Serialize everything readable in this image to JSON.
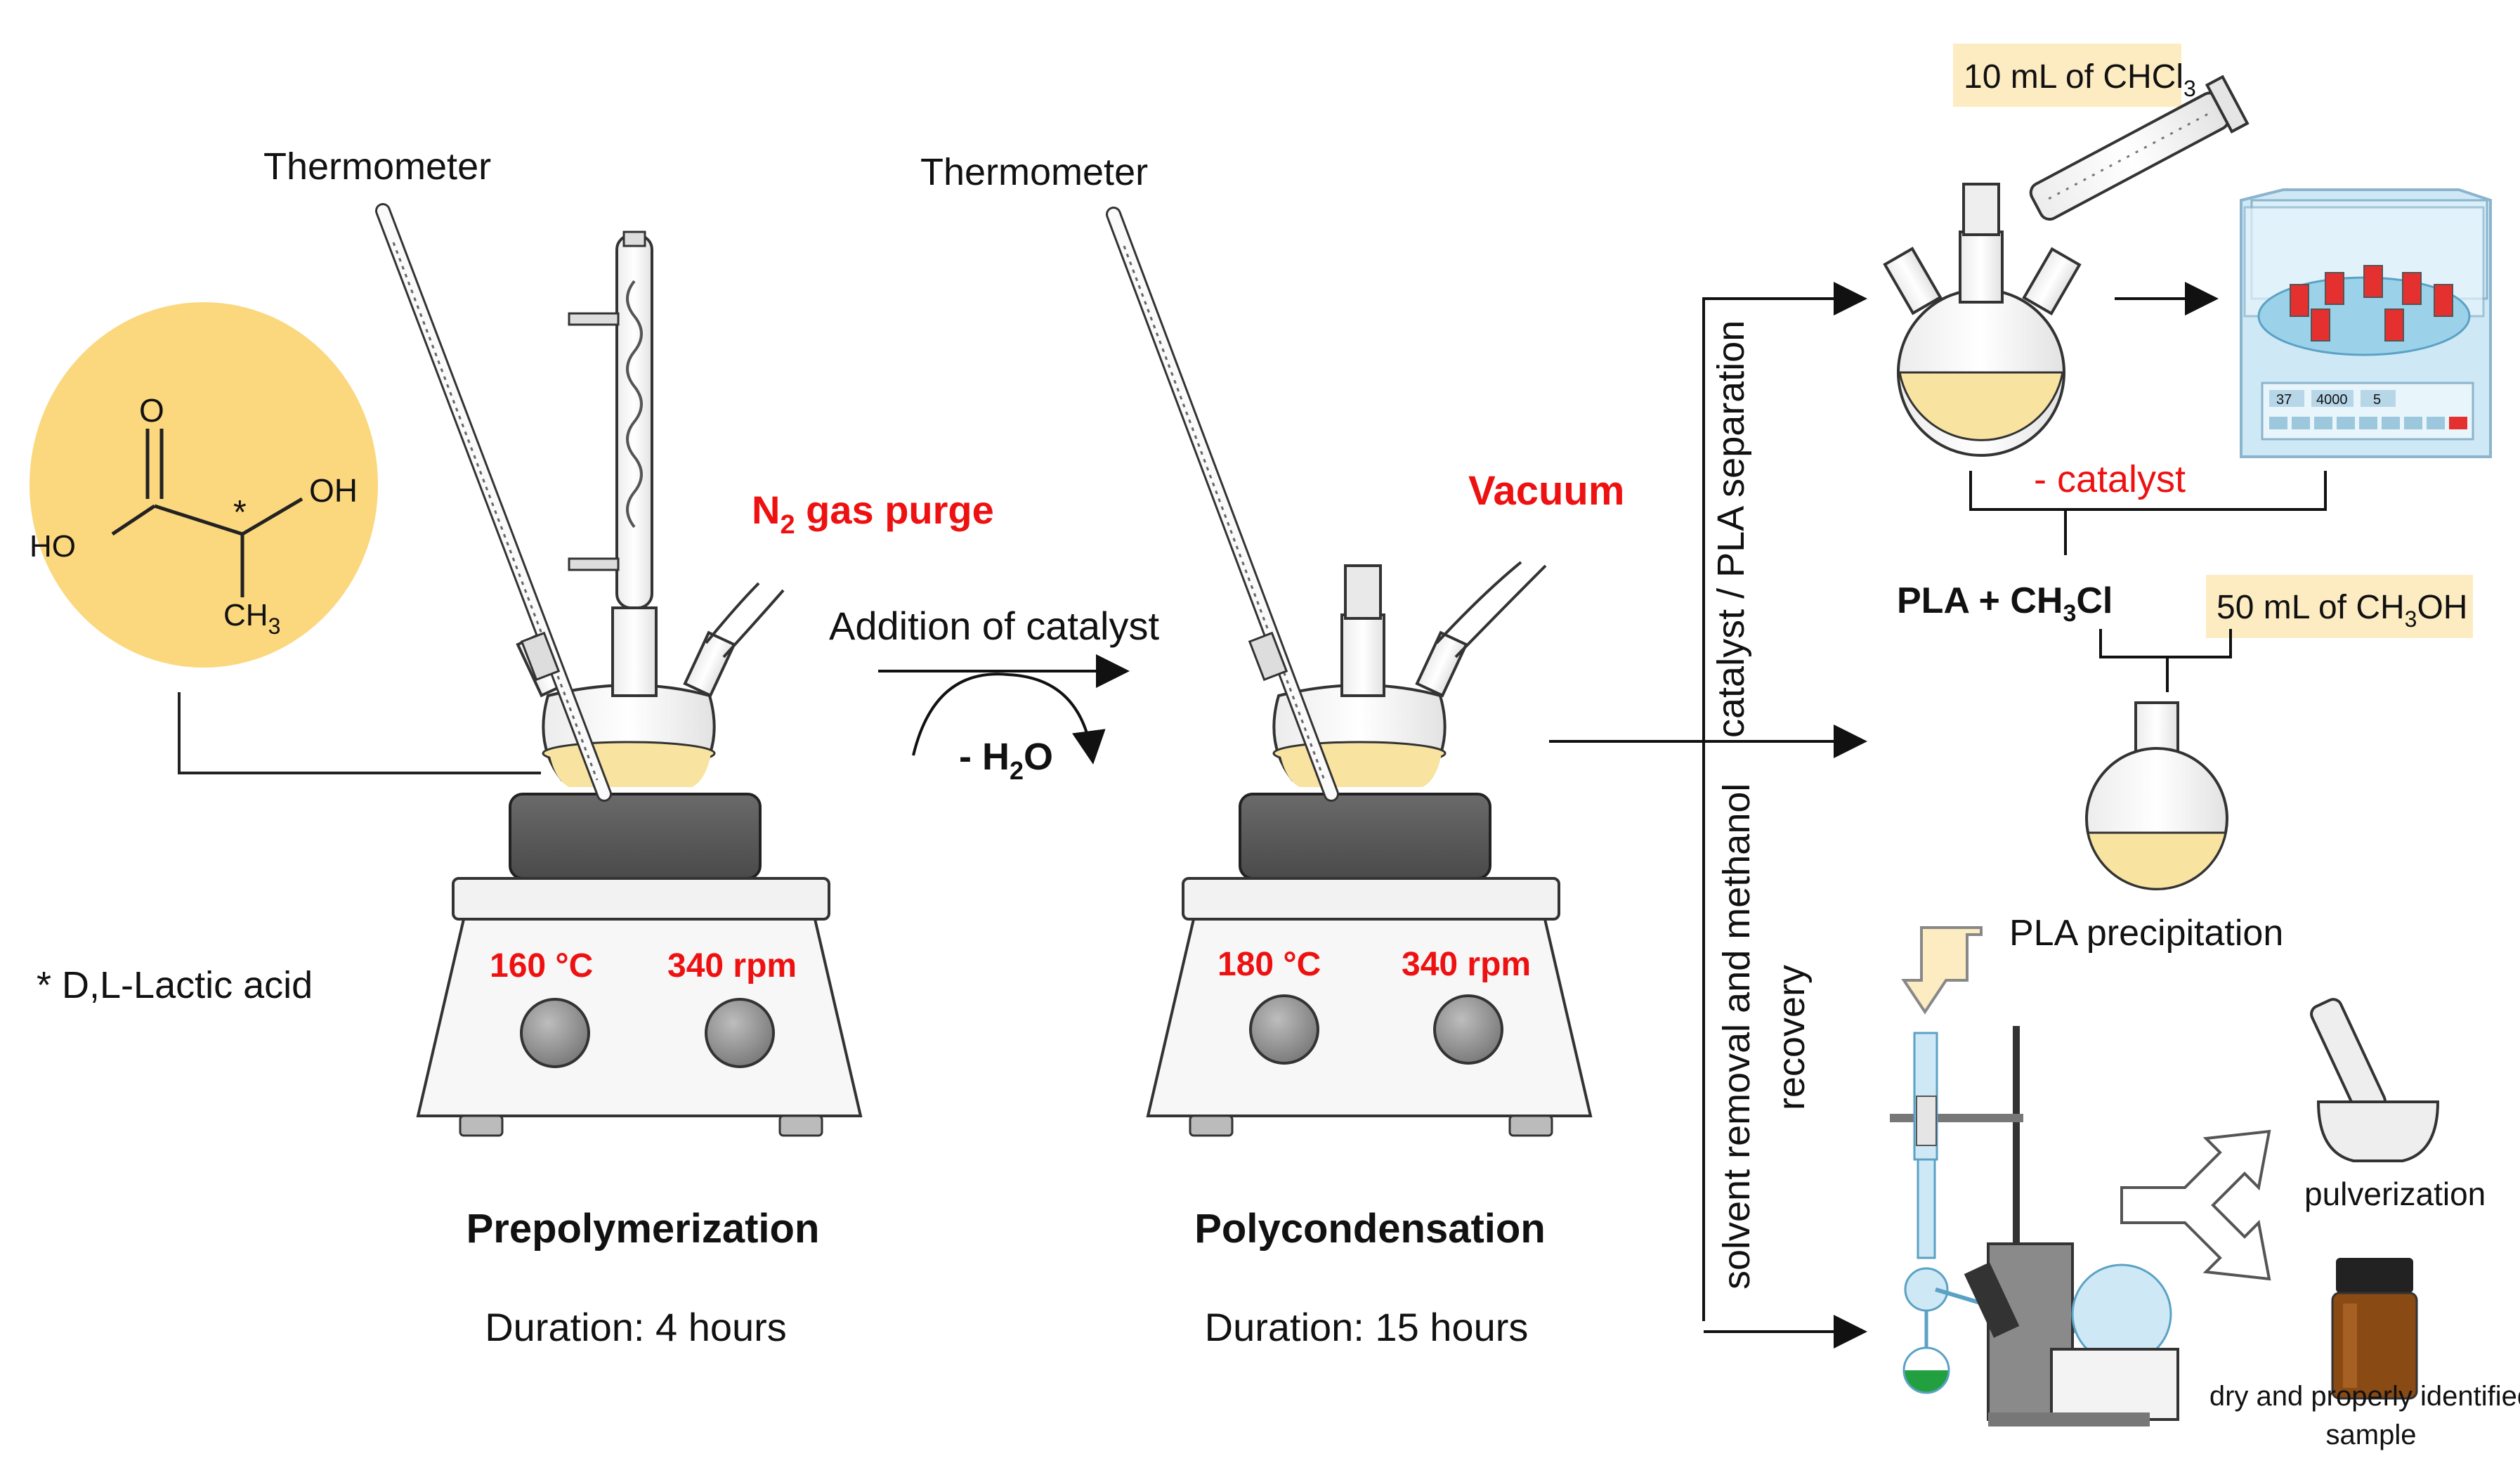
{
  "labels": {
    "thermometer_1": "Thermometer",
    "thermometer_2": "Thermometer",
    "n2_gas": "N",
    "n2_sub": "2",
    "n2_rest": " gas purge",
    "vacuum": "Vacuum",
    "addition_of_catalyst": "Addition of catalyst",
    "water_minus": "- H",
    "water_sub": "2",
    "water_rest": "O",
    "lactic_acid_note": "* D,L-Lactic acid",
    "step1_title": "Prepolymerization",
    "step1_duration": "Duration: 4 hours",
    "step2_title": "Polycondensation",
    "step2_duration": "Duration: 15 hours",
    "step1_temp": "160 °C",
    "step1_rpm": "340 rpm",
    "step2_temp": "180 °C",
    "step2_rpm": "340 rpm",
    "side_label_1": "catalyst / PLA separation",
    "side_label_2a": "solvent removal and methanol",
    "side_label_2b": "recovery",
    "chcl3_box": "10 mL of CHCl",
    "chcl3_sub": "3",
    "minus_catalyst": "- catalyst",
    "pla_ch3cl": "PLA + CH",
    "pla_ch3cl_sub": "3",
    "pla_ch3cl_rest": "Cl",
    "methanol_box_a": "50 mL of CH",
    "methanol_box_sub": "3",
    "methanol_box_b": "OH",
    "pla_precipitation": "PLA precipitation",
    "pulverization": "pulverization",
    "sample_line1": "dry and properly identified",
    "sample_line2": "sample"
  },
  "molecule": {
    "o_top": "O",
    "oh_right": "OH",
    "ho_left": "HO",
    "ch3": "CH",
    "ch3_sub": "3",
    "star": "*"
  },
  "centrifuge": {
    "display_values": [
      "37",
      "4000",
      "5"
    ]
  },
  "colors": {
    "accent_red": "#ee1111",
    "liquid_yellow": "#f8e3a0",
    "molecule_bg": "#fbd77e",
    "label_box": "#fdecc2",
    "hotplate_dark": "#5a5a5a",
    "centrifuge_blue": "#cfe8f6",
    "green_liquid": "#22a040"
  }
}
